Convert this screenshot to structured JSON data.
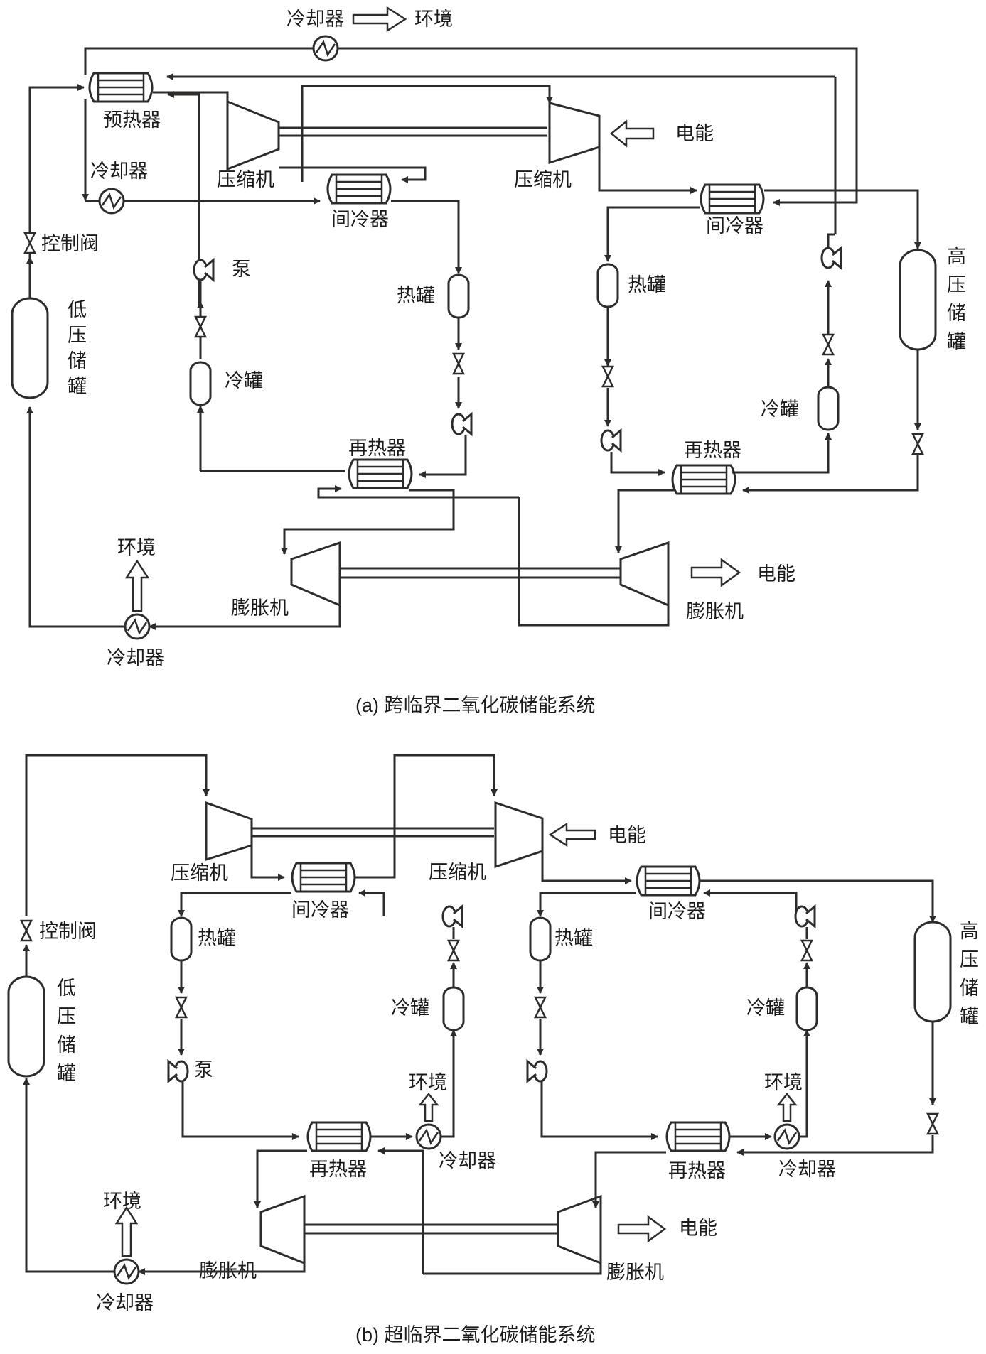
{
  "figure": {
    "panel_a": {
      "caption": "(a) 跨临界二氧化碳储能系统",
      "labels": {
        "top_cooler": "冷却器",
        "top_env": "环境",
        "preheater": "预热器",
        "cooler_left": "冷却器",
        "compressor_1": "压缩机",
        "intercooler_1": "间冷器",
        "compressor_2": "压缩机",
        "electric_in": "电能",
        "intercooler_2": "间冷器",
        "control_valve": "控制阀",
        "pump": "泵",
        "lp_tank_chars": [
          "低",
          "压",
          "储",
          "罐"
        ],
        "hot_tank_1": "热罐",
        "cold_tank_1": "冷罐",
        "hot_tank_2": "热罐",
        "cold_tank_2": "冷罐",
        "hp_tank_chars": [
          "高",
          "压",
          "储",
          "罐"
        ],
        "reheater_1": "再热器",
        "reheater_2": "再热器",
        "env_bottom": "环境",
        "expander_1": "膨胀机",
        "expander_2": "膨胀机",
        "electric_out": "电能",
        "cooler_bottom": "冷却器"
      }
    },
    "panel_b": {
      "caption": "(b) 超临界二氧化碳储能系统",
      "labels": {
        "compressor_1": "压缩机",
        "compressor_2": "压缩机",
        "electric_in": "电能",
        "intercooler_1": "间冷器",
        "intercooler_2": "间冷器",
        "control_valve": "控制阀",
        "hot_tank_1": "热罐",
        "hot_tank_2": "热罐",
        "cold_tank_1": "冷罐",
        "cold_tank_2": "冷罐",
        "lp_tank_chars": [
          "低",
          "压",
          "储",
          "罐"
        ],
        "hp_tank_chars": [
          "高",
          "压",
          "储",
          "罐"
        ],
        "pump": "泵",
        "env_1": "环境",
        "env_2": "环境",
        "cooler_1": "冷却器",
        "cooler_2": "冷却器",
        "reheater_1": "再热器",
        "reheater_2": "再热器",
        "env_bottom": "环境",
        "expander_1": "膨胀机",
        "expander_2": "膨胀机",
        "electric_out": "电能",
        "cooler_bottom": "冷却器"
      }
    }
  }
}
